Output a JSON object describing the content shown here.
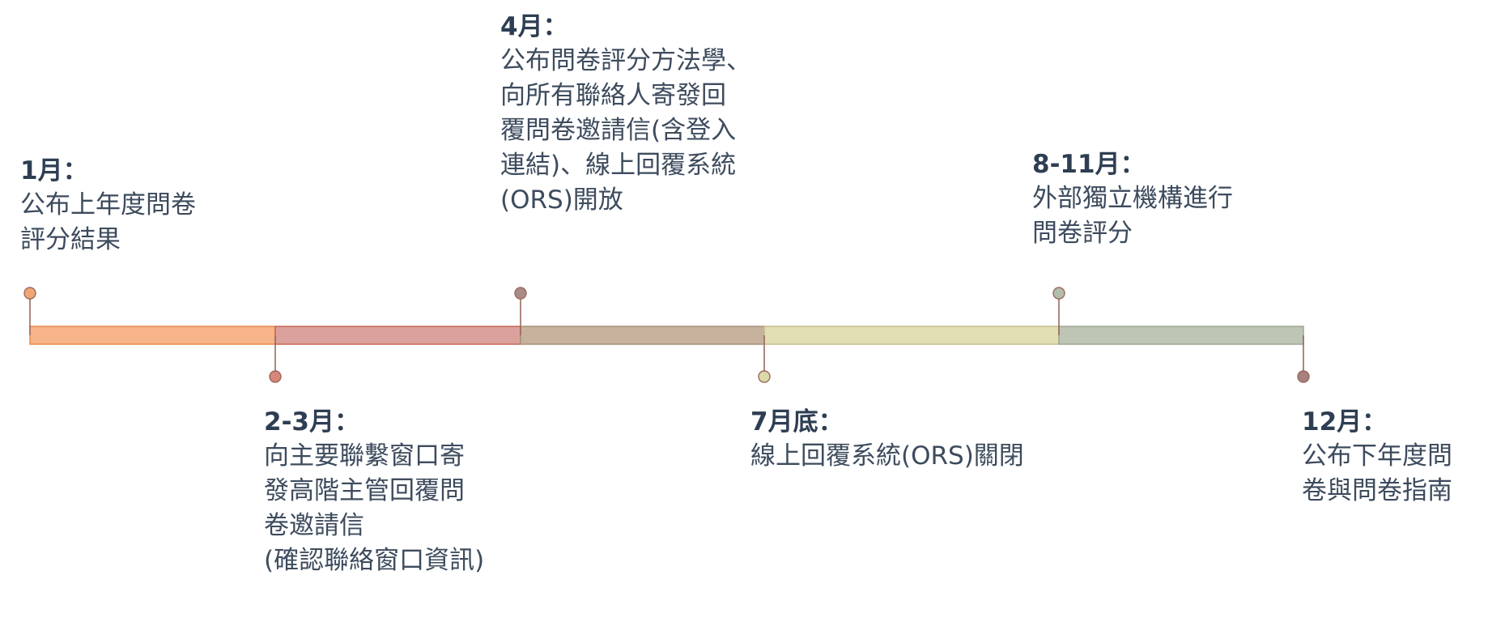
{
  "timeline": {
    "milestones": [
      {
        "title": "1月：",
        "description": "公布上年度問卷\n評分結果",
        "side": "above",
        "color": "#f0a672"
      },
      {
        "title": "2-3月：",
        "description": "向主要聯繫窗口寄\n發高階主管回覆問\n卷邀請信\n(確認聯絡窗口資訊)",
        "side": "below",
        "color": "#d6867a"
      },
      {
        "title": "4月：",
        "description": "公布問卷評分方法學、\n向所有聯絡人寄發回\n覆問卷邀請信(含登入\n連結)、線上回覆系統\n(ORS)開放",
        "side": "above",
        "color": "#a88b84"
      },
      {
        "title": "7月底：",
        "description": "線上回覆系統(ORS)關閉",
        "side": "below",
        "color": "#dcd9a8"
      },
      {
        "title": "8-11月：",
        "description": "外部獨立機構進行\n問卷評分",
        "side": "above",
        "color": "#b3bdae"
      },
      {
        "title": "12月：",
        "description": "公布下年度問\n卷與問卷指南",
        "side": "below",
        "color": "#a8807e"
      }
    ],
    "segments": [
      {
        "fill": "#f6b488",
        "stroke": "#e88a4e"
      },
      {
        "fill": "#dba19c",
        "stroke": "#c96558"
      },
      {
        "fill": "#c6b29d",
        "stroke": "#a8907a"
      },
      {
        "fill": "#e3dfb4",
        "stroke": "#c4bf8e"
      },
      {
        "fill": "#bfc5b4",
        "stroke": "#9ea593"
      }
    ],
    "pin_color": "#9a6a5e"
  }
}
